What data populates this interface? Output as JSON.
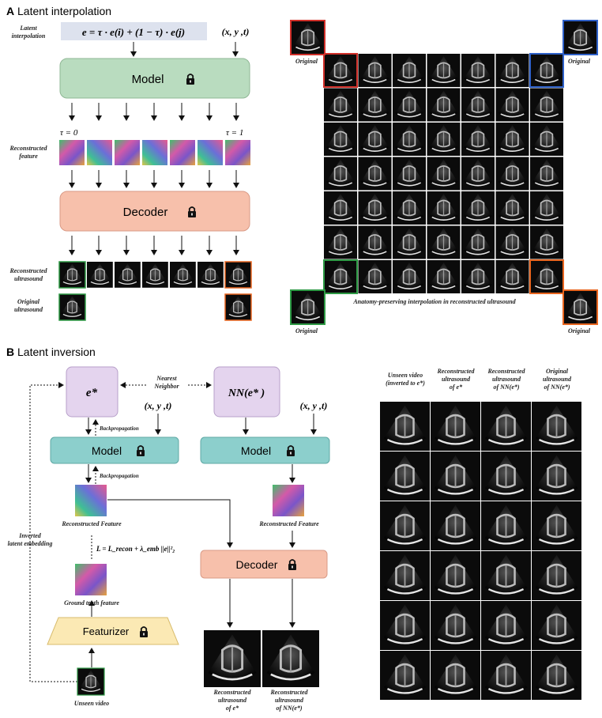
{
  "panel_a": {
    "letter": "A",
    "title": "Latent interpolation",
    "latent_label_1": "Latent",
    "latent_label_2": "interpolation",
    "equation": "e = τ · e(i) + (1 − τ) · e(j)",
    "coords": "(x, y ,t)",
    "model_label": "Model",
    "decoder_label": "Decoder",
    "tau_start": "τ = 0",
    "tau_end": "τ = 1",
    "reconstructed_feature_1": "Reconstructed",
    "reconstructed_feature_2": "feature",
    "reconstructed_us_1": "Reconstructed",
    "reconstructed_us_2": "ultrasound",
    "original_us_1": "Original",
    "original_us_2": "ultrasound",
    "original_tl": "Original",
    "original_tr": "Original",
    "original_bl": "Original",
    "original_br": "Original",
    "grid_caption": "Anatomy-preserving interpolation in reconstructed ultrasound",
    "grid_rows": 7,
    "grid_cols": 7
  },
  "panel_b": {
    "letter": "B",
    "title": "Latent inversion",
    "e_star": "e*",
    "nn_e_star": "NN(e* )",
    "nearest_1": "Nearest",
    "nearest_2": "Neighbor",
    "coords_left": "(x, y ,t)",
    "coords_right": "(x, y ,t)",
    "backprop_1": "Backpropagation",
    "backprop_2": "Backpropagation",
    "model_left": "Model",
    "model_right": "Model",
    "recon_feature_left": "Reconstructed Feature",
    "recon_feature_right": "Reconstructed Feature",
    "inverted_1": "Inverted",
    "inverted_2": "latent embedding",
    "loss": "L = L_recon + λ_emb ||e||²₂",
    "ground_truth": "Ground truth feature",
    "featurizer": "Featurizer",
    "decoder": "Decoder",
    "unseen_video": "Unseen video",
    "recon_us_e_1": "Reconstructed",
    "recon_us_e_2": "ultrasound",
    "recon_us_e_3": "of e*",
    "recon_us_nn_1": "Reconstructed",
    "recon_us_nn_2": "ultrasound",
    "recon_us_nn_3": "of NN(e*)",
    "col_headers": [
      [
        "Unseen video",
        "(inverted to e*)"
      ],
      [
        "Reconstructed",
        "ultrasound",
        "of e*"
      ],
      [
        "Reconstructed",
        "ultrasound",
        "of NN(e*)"
      ],
      [
        "Original",
        "ultrasound",
        "of NN(e*)"
      ]
    ],
    "table_rows": 6
  },
  "colors": {
    "model_green": "#b9dcbf",
    "model_teal": "#8ccfcc",
    "decoder_salmon": "#f7c0ab",
    "latent_purple": "#e4d4ee",
    "featurizer_yellow": "#fbe9b4",
    "frame_red": "#d0302a",
    "frame_blue": "#2f61c9",
    "frame_green": "#2e9a45",
    "frame_orange": "#e8651f"
  }
}
